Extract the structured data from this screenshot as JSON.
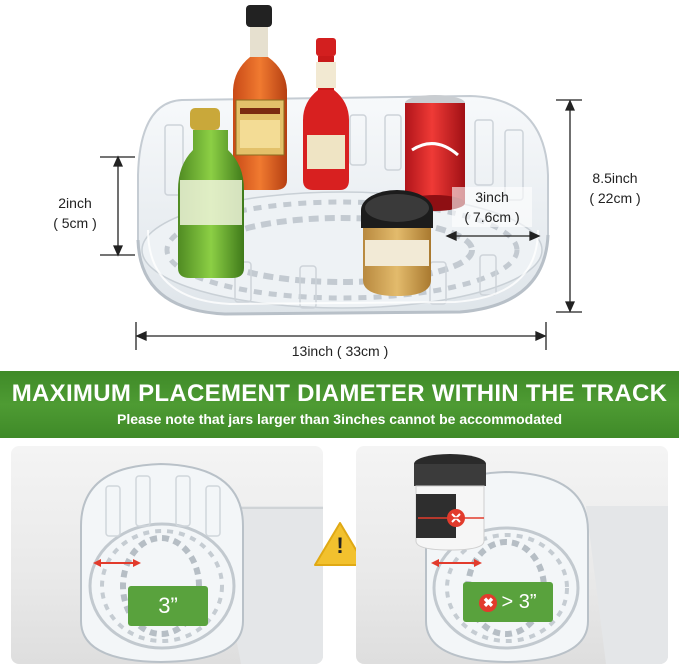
{
  "dimensions": {
    "height_left": {
      "inch": "2inch",
      "cm": "( 5cm )"
    },
    "height_right": {
      "inch": "8.5inch",
      "cm": "( 22cm )"
    },
    "track_width": {
      "inch": "3inch",
      "cm": "( 7.6cm )"
    },
    "width_bottom": "13inch ( 33cm )"
  },
  "banner": {
    "title": "MAXIMUM PLACEMENT DIAMETER WITHIN THE TRACK",
    "subtitle": "Please note that jars larger than 3inches cannot be accommodated"
  },
  "panels": {
    "left_label": "3”",
    "right_label": "> 3”",
    "right_x_glyph": "✖"
  },
  "warning": {
    "glyph": "!"
  },
  "colors": {
    "banner_green": "#4e9b33",
    "label_green": "#59a23d",
    "warning_yellow": "#f2c12e",
    "error_red": "#e23b2c"
  }
}
